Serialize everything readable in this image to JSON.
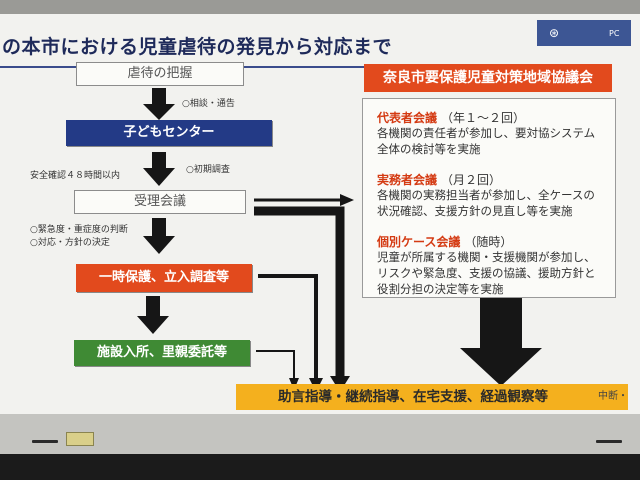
{
  "slide": {
    "title": "の本市における児童虐待の発見から対応まで",
    "corner_logo": {
      "icon": "logo-glyph",
      "text": "PC"
    }
  },
  "flow": {
    "grasp": "虐待の把握",
    "grasp_note": "○相談・通告",
    "center": "子どもセンター",
    "safety_note": "安全確認４８時間以内",
    "initial_note": "○初期調査",
    "reception": "受理会議",
    "judgment_notes": [
      "○緊急度・重症度の判断",
      "○対応・方針の決定"
    ],
    "protection": "一時保護、立入調査等",
    "placement": "施設入所、里親委託等"
  },
  "council": {
    "title": "奈良市要保護児童対策地域協議会",
    "sections": [
      {
        "head": "代表者会議",
        "freq": "（年１～２回）",
        "lines": [
          "各機関の責任者が参加し、要対協システム",
          "全体の検討等を実施"
        ]
      },
      {
        "head": "実務者会議",
        "freq": "（月２回）",
        "lines": [
          "各機関の実務担当者が参加し、全ケースの",
          "状況確認、支援方針の見直し等を実施"
        ]
      },
      {
        "head": "個別ケース会議",
        "freq": "（随時）",
        "lines": [
          "児童が所属する機関・支援機関が参加し、",
          "リスクや緊急度、支援の協議、援助方針と",
          "役割分担の決定等を実施"
        ]
      }
    ]
  },
  "result": {
    "label": "助言指導・継続指導、在宅支援、経過観察等",
    "edge": "中断・"
  },
  "bezel": {
    "sticker": ""
  },
  "colors": {
    "navy": "#233a86",
    "orange_red": "#e24a1d",
    "green": "#3f8a34",
    "amber": "#f4b01e",
    "arrow": "#161616"
  }
}
